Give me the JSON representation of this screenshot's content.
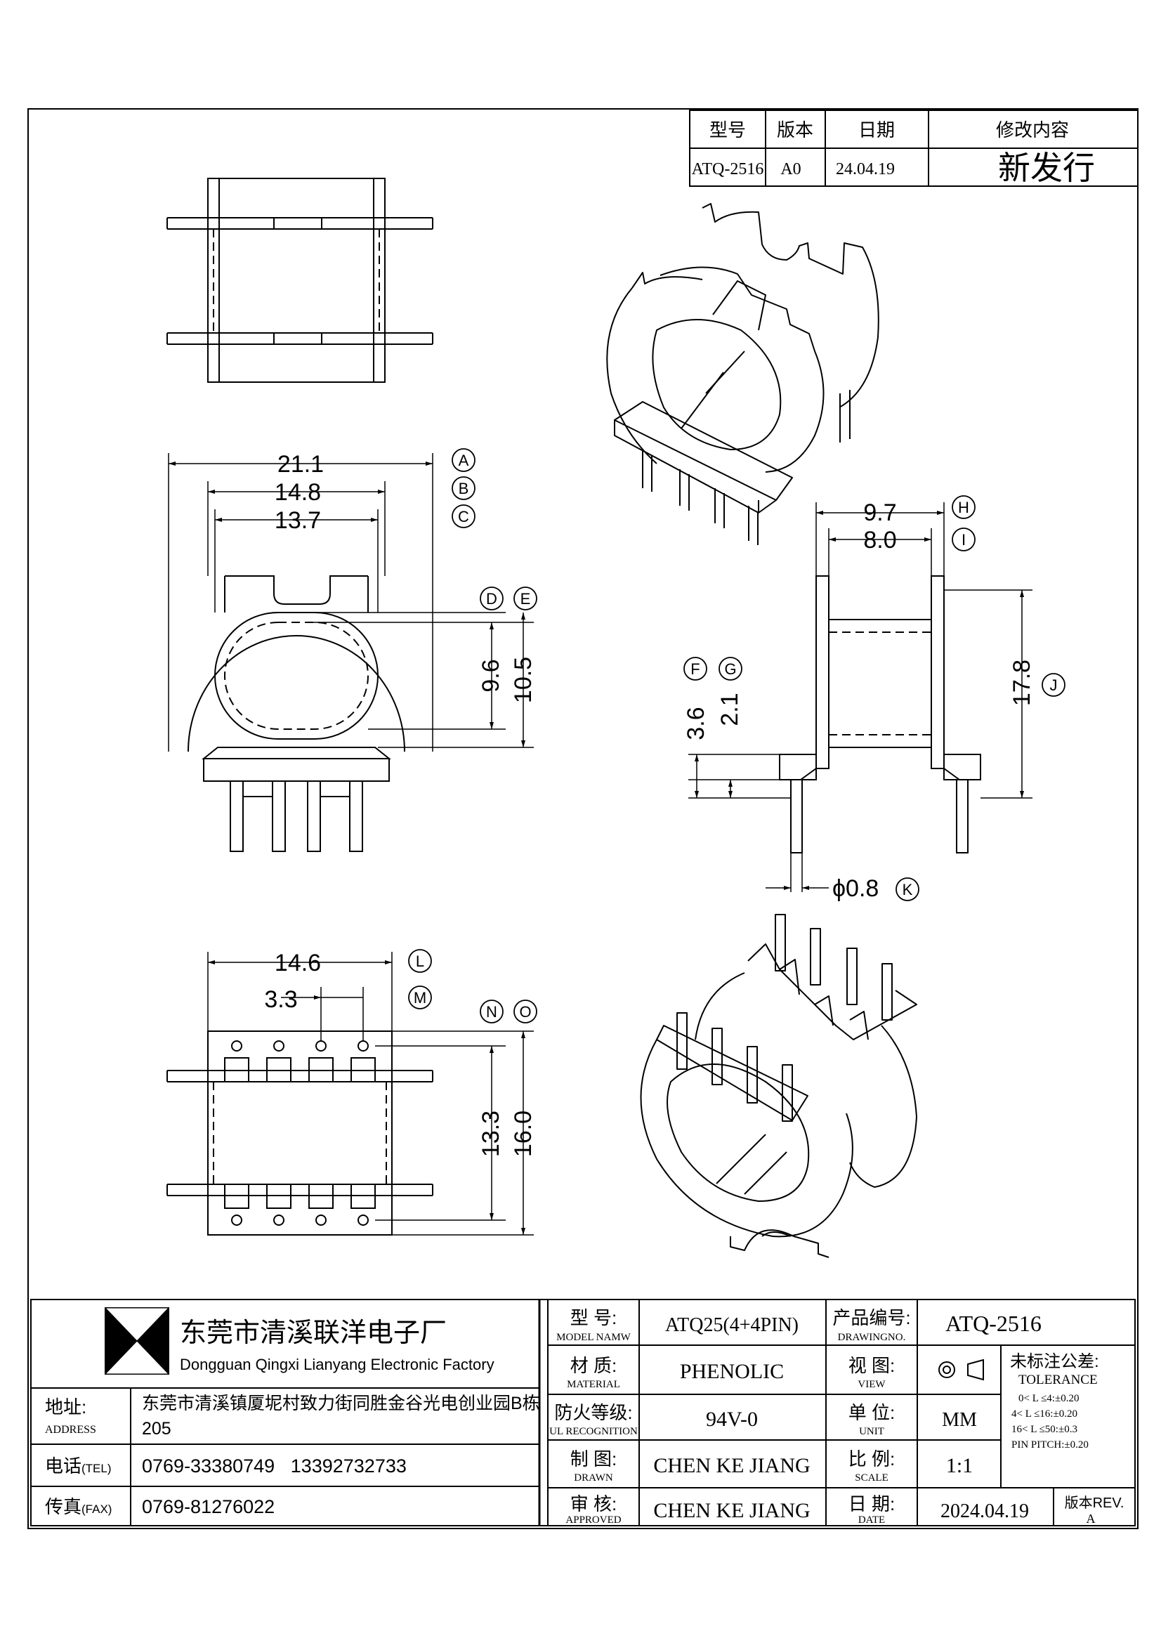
{
  "revision_table": {
    "headers": [
      "型号",
      "版本",
      "日期",
      "修改内容"
    ],
    "row": {
      "model": "ATQ-2516",
      "version": "A0",
      "date": "24.04.19",
      "change": "新发行"
    }
  },
  "dimensions": {
    "A": "21.1",
    "B": "14.8",
    "C": "13.7",
    "D": "9.6",
    "E": "10.5",
    "F": "3.6",
    "G": "2.1",
    "H": "9.7",
    "I": "8.0",
    "J": "17.8",
    "K": "ϕ0.8",
    "L": "14.6",
    "M": "3.3",
    "N": "13.3",
    "O": "16.0"
  },
  "balloons": [
    "A",
    "B",
    "C",
    "D",
    "E",
    "F",
    "G",
    "H",
    "I",
    "J",
    "K",
    "L",
    "M",
    "N",
    "O"
  ],
  "title_block": {
    "company_cn": "东莞市清溪联洋电子厂",
    "company_en": "Dongguan Qingxi Lianyang Electronic Factory",
    "address_label": "地址:",
    "address_label_en": "ADDRESS",
    "address_line1": "东莞市清溪镇厦坭村致力街同胜金谷光电创业园B栋",
    "address_line2": "205",
    "tel_label": "电话",
    "tel_label_en": "(TEL)",
    "tel_value": "0769-33380749   13392732733",
    "fax_label": "传真",
    "fax_label_en": "(FAX)",
    "fax_value": "0769-81276022",
    "model_label": "型  号:",
    "model_label_en": "MODEL NAMW",
    "model_value": "ATQ25(4+4PIN)",
    "drawing_no_label": "产品编号:",
    "drawing_no_label_en": "DRAWINGNO.",
    "drawing_no_value": "ATQ-2516",
    "material_label": "材  质:",
    "material_label_en": "MATERIAL",
    "material_value": "PHENOLIC",
    "view_label": "视  图:",
    "view_label_en": "VIEW",
    "ul_label": "防火等级:",
    "ul_label_en": "UL RECOGNITION",
    "ul_value": "94V-0",
    "unit_label": "单  位:",
    "unit_label_en": "UNIT",
    "unit_value": "MM",
    "drawn_label": "制  图:",
    "drawn_label_en": "DRAWN",
    "drawn_value": "CHEN KE JIANG",
    "scale_label": "比  例:",
    "scale_label_en": "SCALE",
    "scale_value": "1:1",
    "approved_label": "审  核:",
    "approved_label_en": "APPROVED",
    "approved_value": "CHEN KE JIANG",
    "date_label": "日  期:",
    "date_label_en": "DATE",
    "date_value": "2024.04.19",
    "tolerance_label": "未标注公差:",
    "tolerance_label_en": "TOLERANCE",
    "tolerance_lines": [
      "0< L ≤4:±0.20",
      "4< L ≤16:±0.20",
      "16< L ≤50:±0.3",
      "PIN PITCH:±0.20"
    ],
    "rev_label": "版本REV.",
    "rev_value": "A"
  }
}
